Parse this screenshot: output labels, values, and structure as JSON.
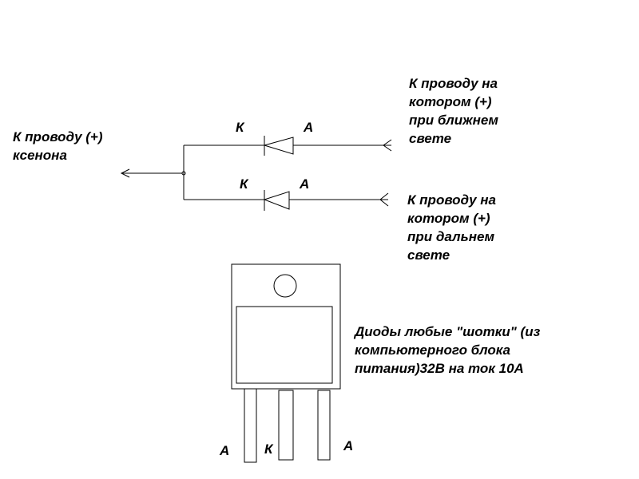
{
  "labels": {
    "xenon": [
      "К проводу (+)",
      "ксенона"
    ],
    "near_wire": [
      "К проводу на",
      "котором (+)",
      "при ближнем",
      "свете"
    ],
    "far_wire": [
      "К проводу на",
      "котором (+)",
      "при дальнем",
      "свете"
    ],
    "diode1_k": "К",
    "diode1_a": "А",
    "diode2_k": "К",
    "diode2_a": "А",
    "note": [
      "Диоды любые \"шотки\" (из",
      "компьютерного блока",
      "питания)32В  на ток  10А"
    ],
    "pin_left": "А",
    "pin_mid": "К",
    "pin_right": "А"
  }
}
